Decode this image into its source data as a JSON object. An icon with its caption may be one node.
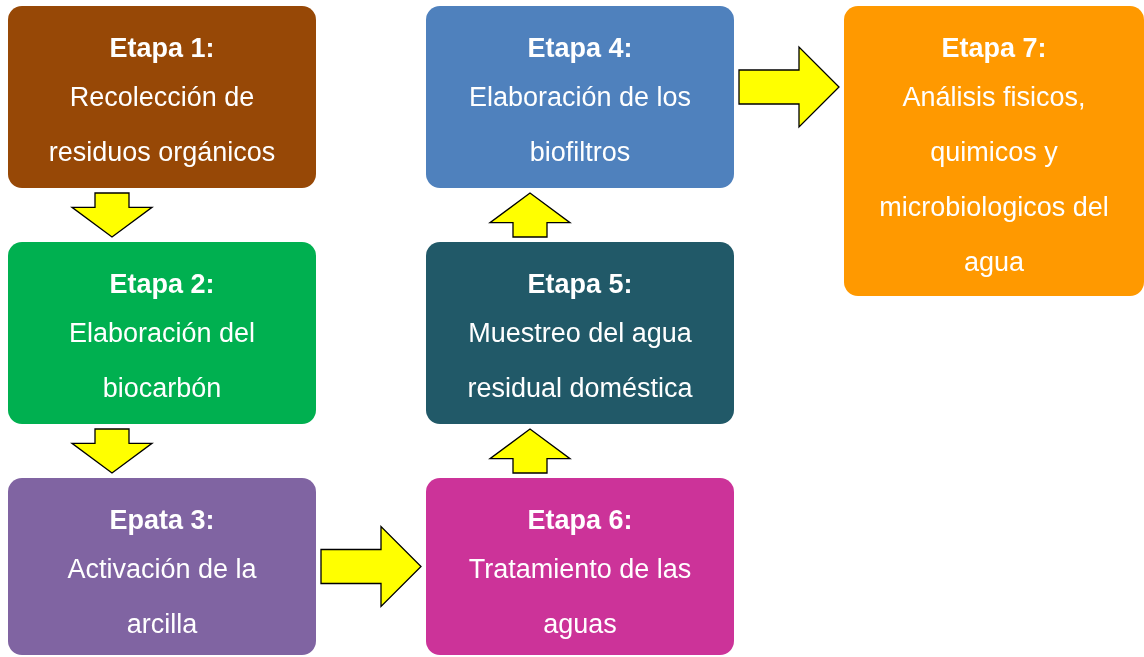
{
  "diagram": {
    "nodes": [
      {
        "text": [
          "Etapa 1:",
          "Recolección de residuos orgánicos"
        ]
      },
      {
        "text": [
          "Etapa 2:",
          "Elaboración del biocarbón"
        ]
      },
      {
        "text": [
          "Epata 3:",
          "Activación de la arcilla"
        ]
      },
      {
        "text": [
          "Etapa 4:",
          "Elaboración de los biofiltros"
        ]
      },
      {
        "text": [
          "Etapa 5:",
          "Muestreo del agua residual doméstica"
        ]
      },
      {
        "text": [
          "Etapa 6:",
          "Tratamiento de las aguas"
        ]
      },
      {
        "text": [
          "Etapa 7:",
          "Análisis fisicos, quimicos y microbiologicos del agua"
        ]
      }
    ],
    "edges": [
      {
        "from": 0,
        "to": 1,
        "arrow": "to"
      },
      {
        "from": 1,
        "to": 2,
        "arrow": "to"
      },
      {
        "from": 2,
        "to": 5,
        "arrow": "to"
      },
      {
        "from": 5,
        "to": 4,
        "arrow": "to"
      },
      {
        "from": 4,
        "to": 3,
        "arrow": "to"
      },
      {
        "from": 3,
        "to": 6,
        "arrow": "to"
      }
    ]
  }
}
